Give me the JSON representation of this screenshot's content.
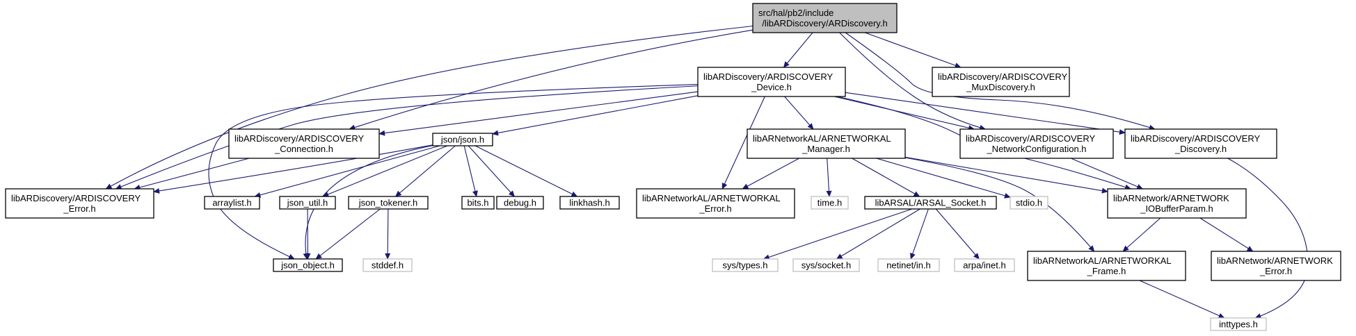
{
  "colors": {
    "edge": "#191970",
    "box_border": "#000000",
    "system_border": "#bfbfbf",
    "root_fill": "#bfbfbf",
    "box_fill": "#ffffff"
  },
  "nodes": [
    {
      "id": "root",
      "lines": [
        "src/hal/pb2/include",
        "/libARDiscovery/ARDiscovery.h"
      ],
      "kind": "root"
    },
    {
      "id": "device",
      "lines": [
        "libARDiscovery/ARDISCOVERY",
        "_Device.h"
      ],
      "kind": "file"
    },
    {
      "id": "mux",
      "lines": [
        "libARDiscovery/ARDISCOVERY",
        "_MuxDiscovery.h"
      ],
      "kind": "file"
    },
    {
      "id": "connection",
      "lines": [
        "libARDiscovery/ARDISCOVERY",
        "_Connection.h"
      ],
      "kind": "file"
    },
    {
      "id": "json",
      "lines": [
        "json/json.h"
      ],
      "kind": "file"
    },
    {
      "id": "almanager",
      "lines": [
        "libARNetworkAL/ARNETWORKAL",
        "_Manager.h"
      ],
      "kind": "file"
    },
    {
      "id": "netconfig",
      "lines": [
        "libARDiscovery/ARDISCOVERY",
        "_NetworkConfiguration.h"
      ],
      "kind": "file"
    },
    {
      "id": "discovery",
      "lines": [
        "libARDiscovery/ARDISCOVERY",
        "_Discovery.h"
      ],
      "kind": "file"
    },
    {
      "id": "derror",
      "lines": [
        "libARDiscovery/ARDISCOVERY",
        "_Error.h"
      ],
      "kind": "file"
    },
    {
      "id": "arraylist",
      "lines": [
        "arraylist.h"
      ],
      "kind": "file"
    },
    {
      "id": "jsonutil",
      "lines": [
        "json_util.h"
      ],
      "kind": "file"
    },
    {
      "id": "tokener",
      "lines": [
        "json_tokener.h"
      ],
      "kind": "file"
    },
    {
      "id": "bits",
      "lines": [
        "bits.h"
      ],
      "kind": "file"
    },
    {
      "id": "debug",
      "lines": [
        "debug.h"
      ],
      "kind": "file"
    },
    {
      "id": "linkhash",
      "lines": [
        "linkhash.h"
      ],
      "kind": "file"
    },
    {
      "id": "alerror",
      "lines": [
        "libARNetworkAL/ARNETWORKAL",
        "_Error.h"
      ],
      "kind": "file"
    },
    {
      "id": "timeh",
      "lines": [
        "time.h"
      ],
      "kind": "sys"
    },
    {
      "id": "socket",
      "lines": [
        "libARSAL/ARSAL_Socket.h"
      ],
      "kind": "file"
    },
    {
      "id": "stdio",
      "lines": [
        "stdio.h"
      ],
      "kind": "sys"
    },
    {
      "id": "iobuffer",
      "lines": [
        "libARNetwork/ARNETWORK",
        "_IOBufferParam.h"
      ],
      "kind": "file"
    },
    {
      "id": "jsonobject",
      "lines": [
        "json_object.h"
      ],
      "kind": "file"
    },
    {
      "id": "stddef",
      "lines": [
        "stddef.h"
      ],
      "kind": "sys"
    },
    {
      "id": "systypes",
      "lines": [
        "sys/types.h"
      ],
      "kind": "sys"
    },
    {
      "id": "syssocket",
      "lines": [
        "sys/socket.h"
      ],
      "kind": "sys"
    },
    {
      "id": "netinet",
      "lines": [
        "netinet/in.h"
      ],
      "kind": "sys"
    },
    {
      "id": "arpa",
      "lines": [
        "arpa/inet.h"
      ],
      "kind": "sys"
    },
    {
      "id": "alframe",
      "lines": [
        "libARNetworkAL/ARNETWORKAL",
        "_Frame.h"
      ],
      "kind": "file"
    },
    {
      "id": "nerror",
      "lines": [
        "libARNetwork/ARNETWORK",
        "_Error.h"
      ],
      "kind": "file"
    },
    {
      "id": "inttypes",
      "lines": [
        "inttypes.h"
      ],
      "kind": "sys"
    }
  ],
  "edges": [
    {
      "from": "root",
      "to": "device"
    },
    {
      "from": "root",
      "to": "mux"
    },
    {
      "from": "root",
      "to": "connection"
    },
    {
      "from": "root",
      "to": "derror"
    },
    {
      "from": "root",
      "to": "netconfig"
    },
    {
      "from": "root",
      "to": "discovery"
    },
    {
      "from": "device",
      "to": "connection"
    },
    {
      "from": "device",
      "to": "json"
    },
    {
      "from": "device",
      "to": "almanager"
    },
    {
      "from": "device",
      "to": "netconfig"
    },
    {
      "from": "device",
      "to": "discovery"
    },
    {
      "from": "device",
      "to": "derror"
    },
    {
      "from": "device",
      "to": "alerror"
    },
    {
      "from": "device",
      "to": "jsonobject"
    },
    {
      "from": "device",
      "to": "iobuffer"
    },
    {
      "from": "connection",
      "to": "derror"
    },
    {
      "from": "json",
      "to": "derror"
    },
    {
      "from": "json",
      "to": "arraylist"
    },
    {
      "from": "json",
      "to": "jsonutil"
    },
    {
      "from": "json",
      "to": "tokener"
    },
    {
      "from": "json",
      "to": "bits"
    },
    {
      "from": "json",
      "to": "debug"
    },
    {
      "from": "json",
      "to": "linkhash"
    },
    {
      "from": "json",
      "to": "jsonobject"
    },
    {
      "from": "jsonutil",
      "to": "jsonobject"
    },
    {
      "from": "tokener",
      "to": "jsonobject"
    },
    {
      "from": "tokener",
      "to": "stddef"
    },
    {
      "from": "almanager",
      "to": "alerror"
    },
    {
      "from": "almanager",
      "to": "timeh"
    },
    {
      "from": "almanager",
      "to": "socket"
    },
    {
      "from": "almanager",
      "to": "stdio"
    },
    {
      "from": "almanager",
      "to": "alframe"
    },
    {
      "from": "almanager",
      "to": "iobuffer"
    },
    {
      "from": "netconfig",
      "to": "iobuffer"
    },
    {
      "from": "discovery",
      "to": "inttypes"
    },
    {
      "from": "socket",
      "to": "systypes"
    },
    {
      "from": "socket",
      "to": "syssocket"
    },
    {
      "from": "socket",
      "to": "netinet"
    },
    {
      "from": "socket",
      "to": "arpa"
    },
    {
      "from": "iobuffer",
      "to": "alframe"
    },
    {
      "from": "iobuffer",
      "to": "nerror"
    },
    {
      "from": "alframe",
      "to": "inttypes"
    }
  ]
}
